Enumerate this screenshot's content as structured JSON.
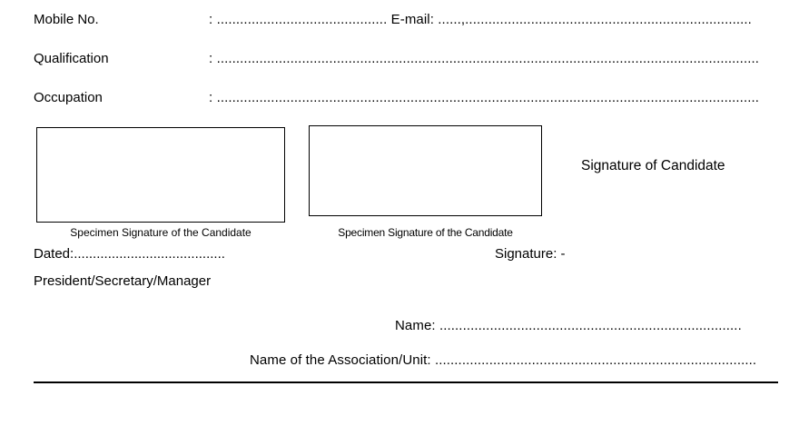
{
  "page": {
    "fields": [
      {
        "label": "Mobile No.",
        "colon": ":",
        "dots": "............................................",
        "inline_label": "E-mail:",
        "inline_dots": "......,.........................................................................."
      },
      {
        "label": "Qualification",
        "colon": ":",
        "dots": "............................................................................................................................................"
      },
      {
        "label": "Occupation",
        "colon": ":",
        "dots": "............................................................................................................................................"
      }
    ],
    "signature_area": {
      "left_box_caption": "Specimen Signature of the Candidate",
      "right_box_caption": "Specimen Signature of the Candidate",
      "candidate_signature_label": "Signature of Candidate"
    },
    "officials": {
      "dated_label": "Dated:",
      "dated_dots": "........................................",
      "signature_label": "Signature: -",
      "designation": "President/Secretary/Manager"
    },
    "bottom": {
      "name_label": "Name:",
      "name_dots": "..............................................................................",
      "association_label": "Name of the Association/Unit:",
      "association_dots": "..................................................................................."
    },
    "colors": {
      "ink": "#000000",
      "paper": "#ffffff"
    }
  }
}
